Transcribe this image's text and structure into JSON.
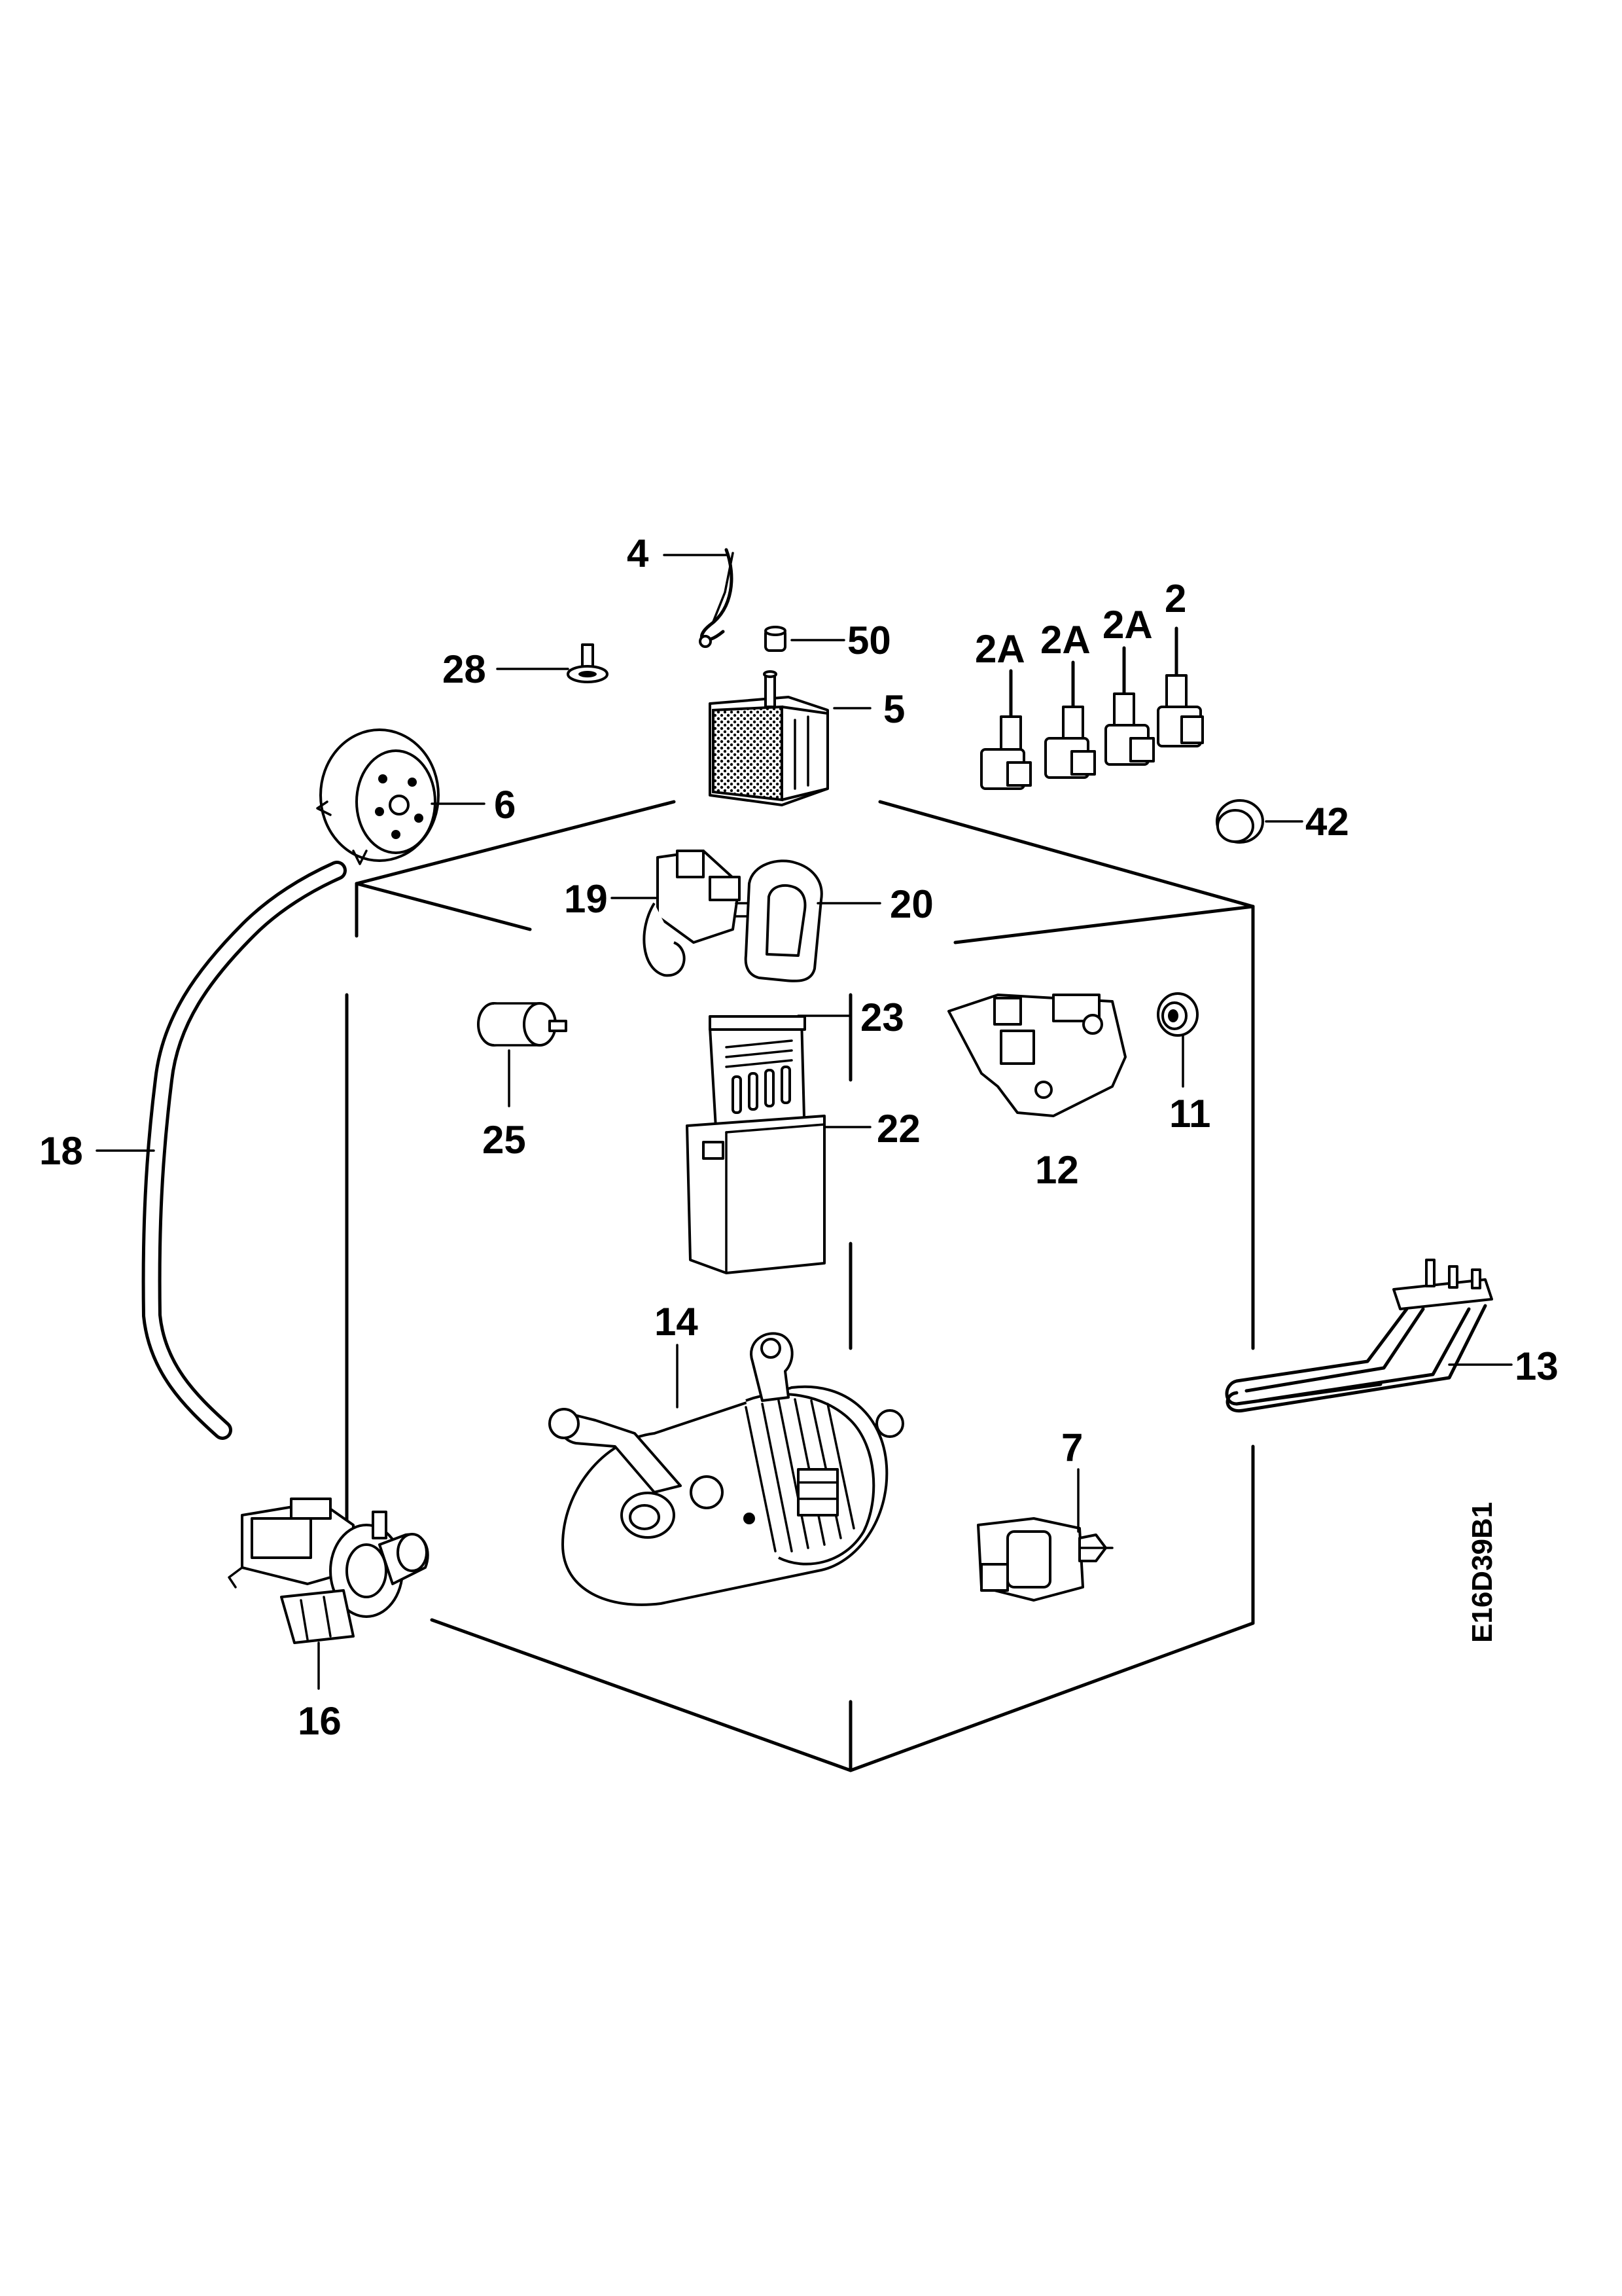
{
  "labels": {
    "p4": "4",
    "p50": "50",
    "p28": "28",
    "p5": "5",
    "p2a_1": "2A",
    "p2a_2": "2A",
    "p2a_3": "2A",
    "p2": "2",
    "p6": "6",
    "p42": "42",
    "p19": "19",
    "p20": "20",
    "p23": "23",
    "p25": "25",
    "p22": "22",
    "p12": "12",
    "p11": "11",
    "p18": "18",
    "p14": "14",
    "p13": "13",
    "p7": "7",
    "p16": "16"
  },
  "drawing_code": "E16D39B1",
  "colors": {
    "ink": "#000000",
    "paper": "#ffffff"
  }
}
